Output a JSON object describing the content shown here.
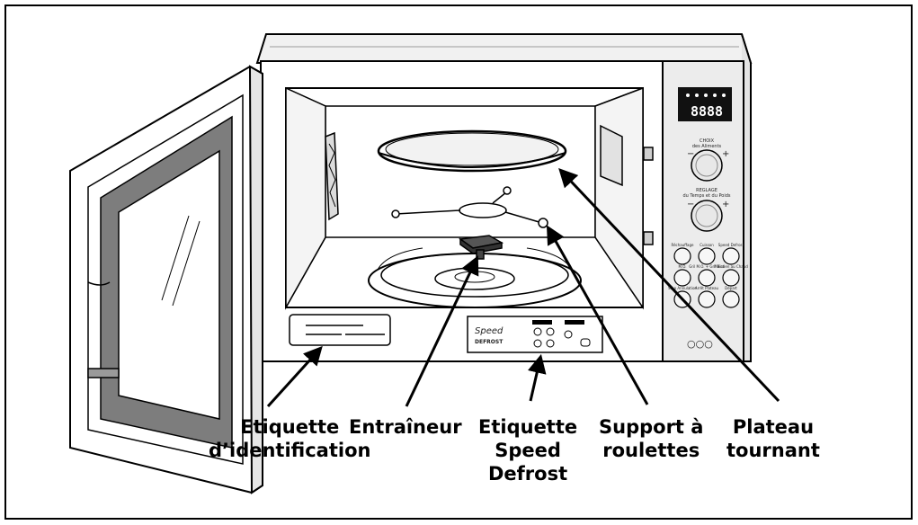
{
  "callouts": {
    "identification_label": [
      "Etiquette",
      "d’identification"
    ],
    "coupler": [
      "Entraîneur"
    ],
    "speed_defrost_label": [
      "Etiquette",
      "Speed",
      "Defrost"
    ],
    "roller_support": [
      "Support à",
      "roulettes"
    ],
    "turntable": [
      "Plateau",
      "tournant"
    ]
  },
  "control_panel": {
    "display_digits": "8888",
    "knob_top_label": [
      "CHOIX",
      "des Aliments"
    ],
    "knob_bottom_label": [
      "REGLAGE",
      "du Temps et du Poids"
    ],
    "minus": "−",
    "plus": "+",
    "buttons": [
      "Réchauffage",
      "Cuisson",
      "Speed Defrost",
      "M.O.",
      "Gril M.O. + Gril Bizz",
      "Maintien au Chaud",
      "Stop Annulation",
      "Arrêt Plateau",
      "Départ"
    ],
    "bottom_dots": "○○○"
  },
  "defrost_label": {
    "script_text": "Speed",
    "caps_text": "DEFROST"
  },
  "colors": {
    "line": "#000000",
    "panel": "#ececec",
    "door_glass": "#7d7d7d",
    "cavity": "#ffffff",
    "shade": "#cfcfcf"
  }
}
